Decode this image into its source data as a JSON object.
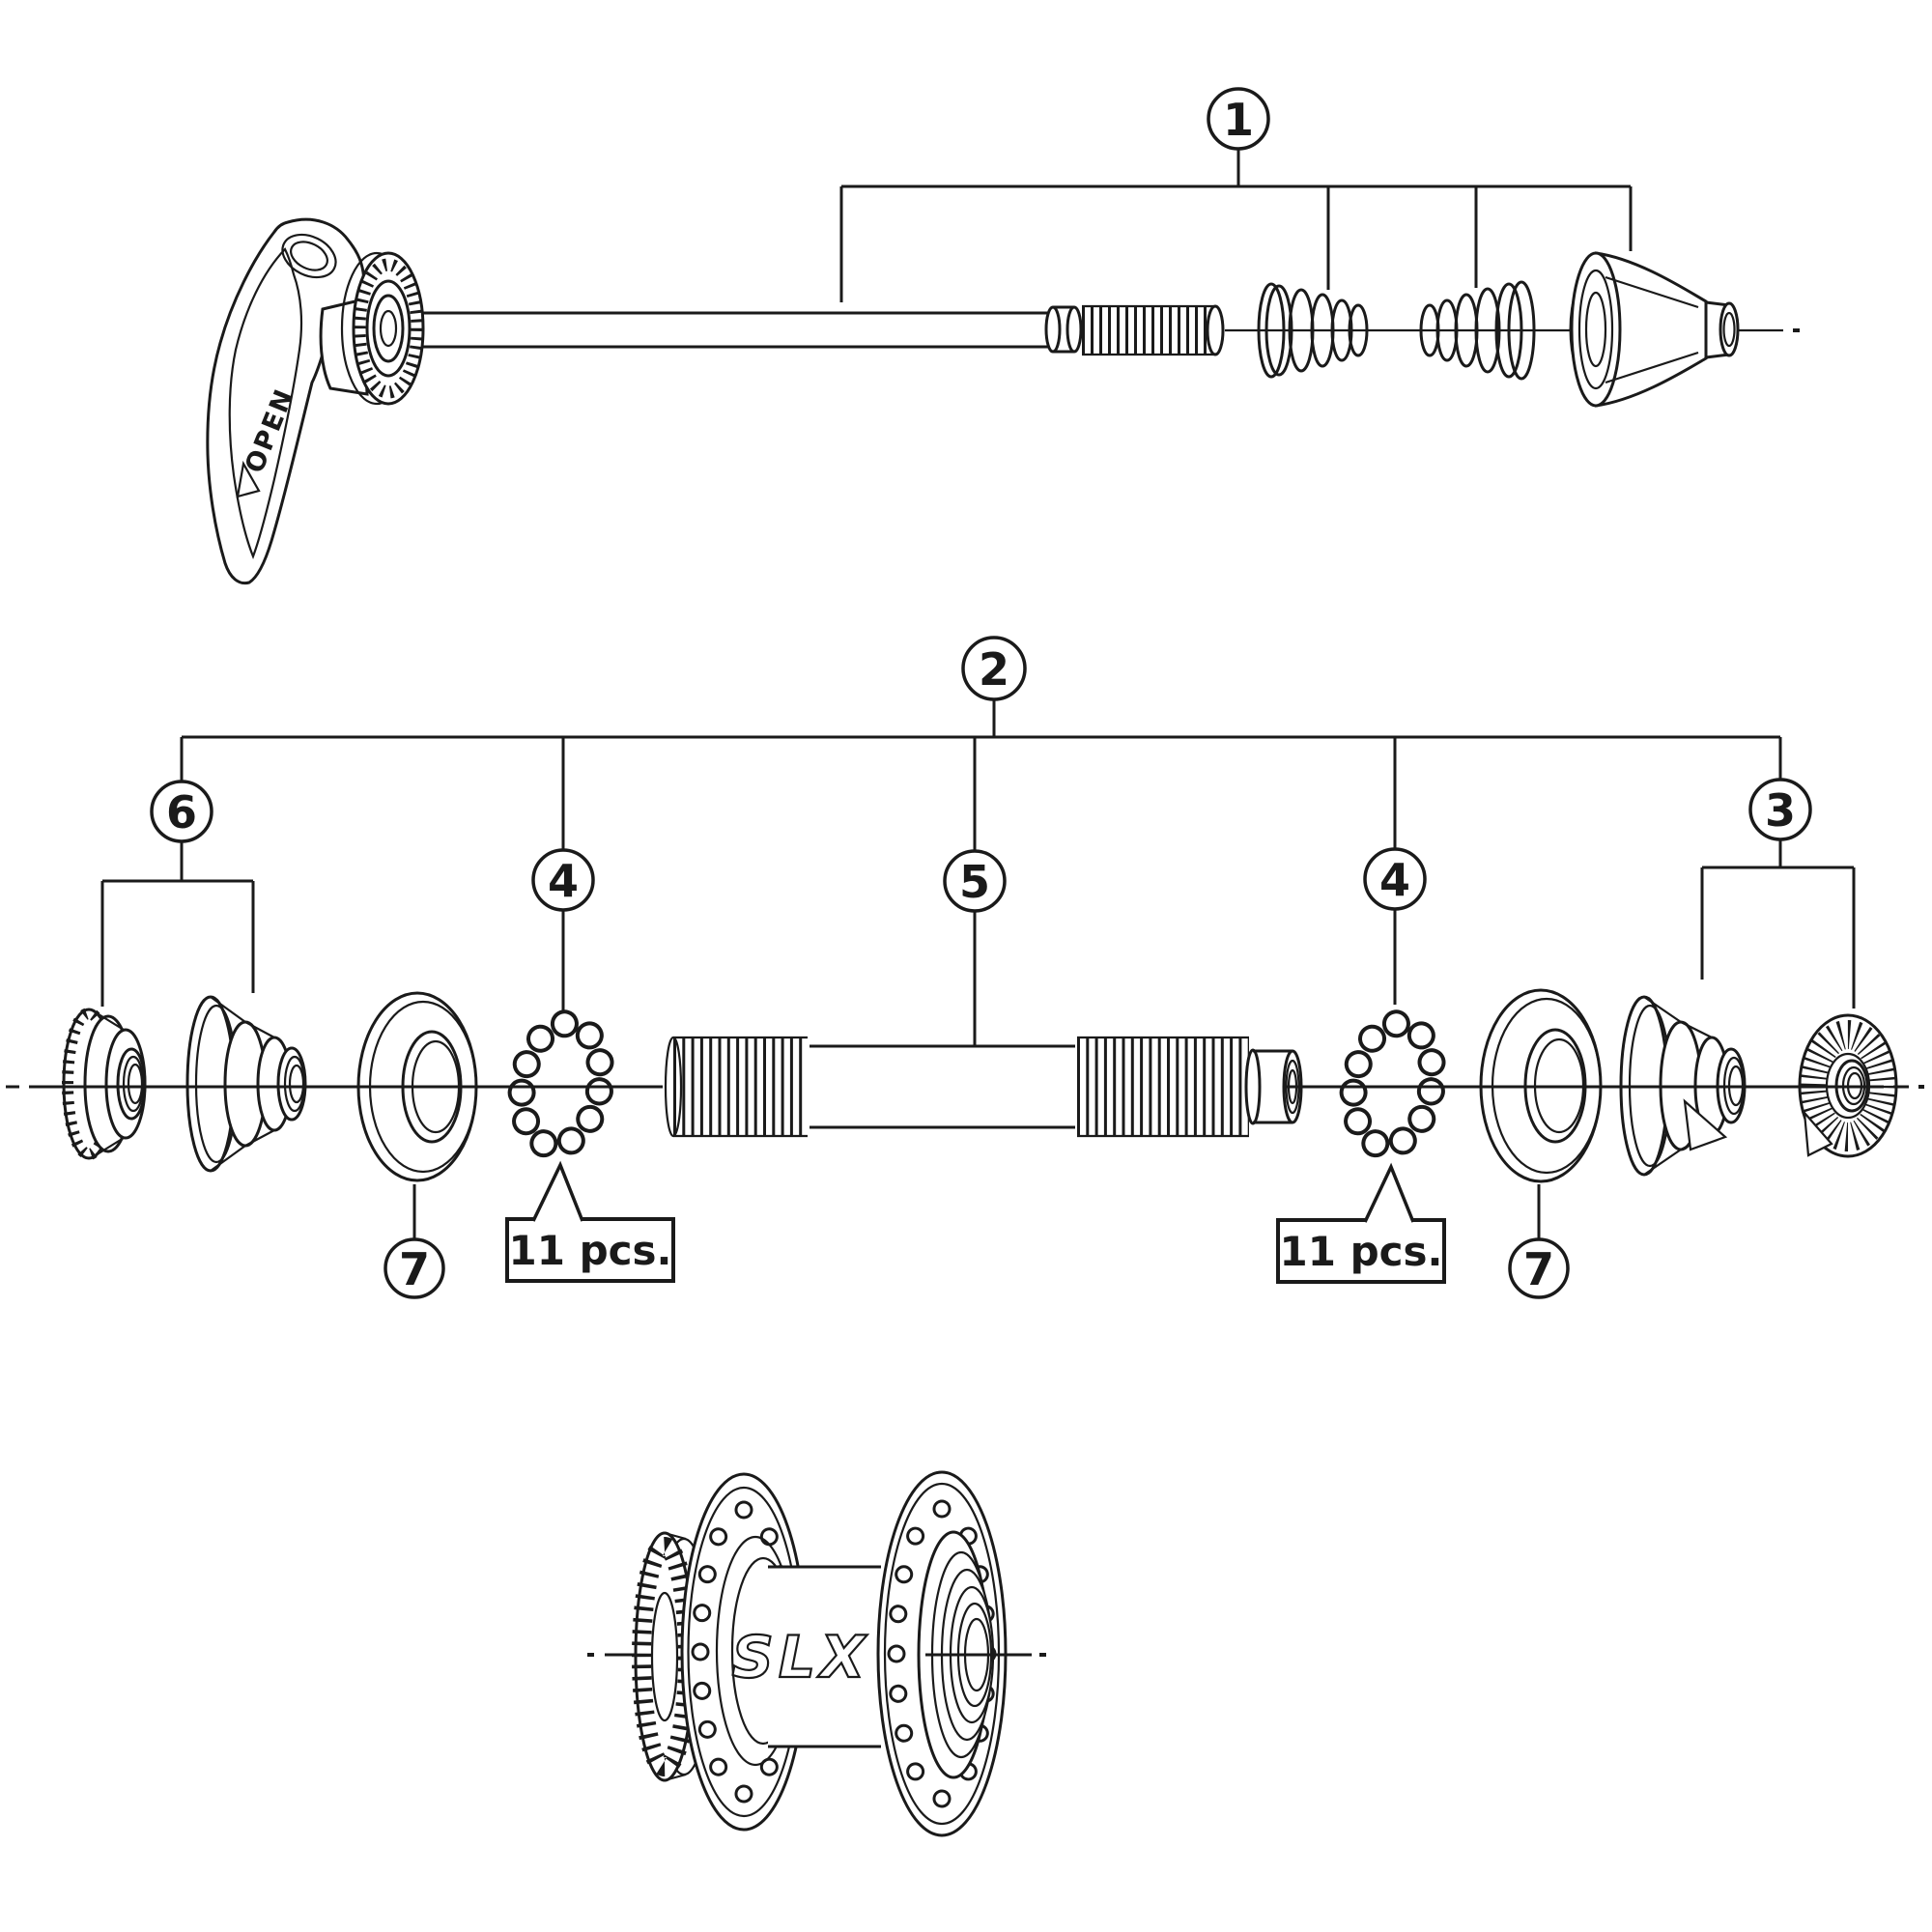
{
  "diagram": {
    "background": "#ffffff",
    "line_color": "#1a1a1a",
    "callouts": {
      "c1": "1",
      "c2": "2",
      "c3": "3",
      "c4_left": "4",
      "c4_right": "4",
      "c5": "5",
      "c6": "6",
      "c7_left": "7",
      "c7_right": "7"
    },
    "notes": {
      "qty_left": "11 pcs.",
      "qty_right": "11 pcs."
    },
    "lever_label": "OPEN",
    "hub_logo": "SLX"
  }
}
